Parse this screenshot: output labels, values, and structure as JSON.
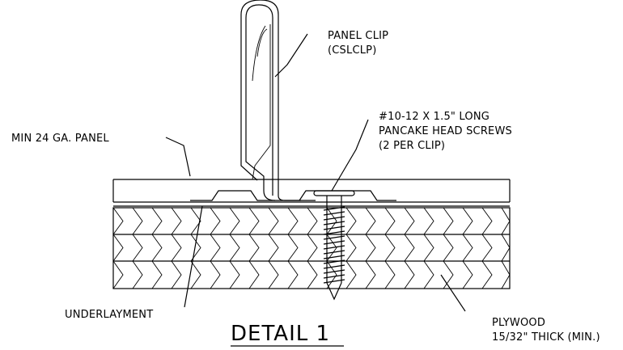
{
  "title": "DETAIL 1",
  "labels": {
    "panel_clip_1": "PANEL CLIP",
    "panel_clip_2": "(CSLCLP)",
    "screws_1": "#10-12 X 1.5\" LONG",
    "screws_2": "PANCAKE HEAD SCREWS",
    "screws_3": "(2 PER CLIP)",
    "panel": "MIN 24 GA. PANEL",
    "underlayment": "UNDERLAYMENT",
    "plywood_1": "PLYWOOD",
    "plywood_2": "15/32\" THICK (MIN.)"
  },
  "colors": {
    "line": "#000000",
    "background": "#ffffff"
  }
}
